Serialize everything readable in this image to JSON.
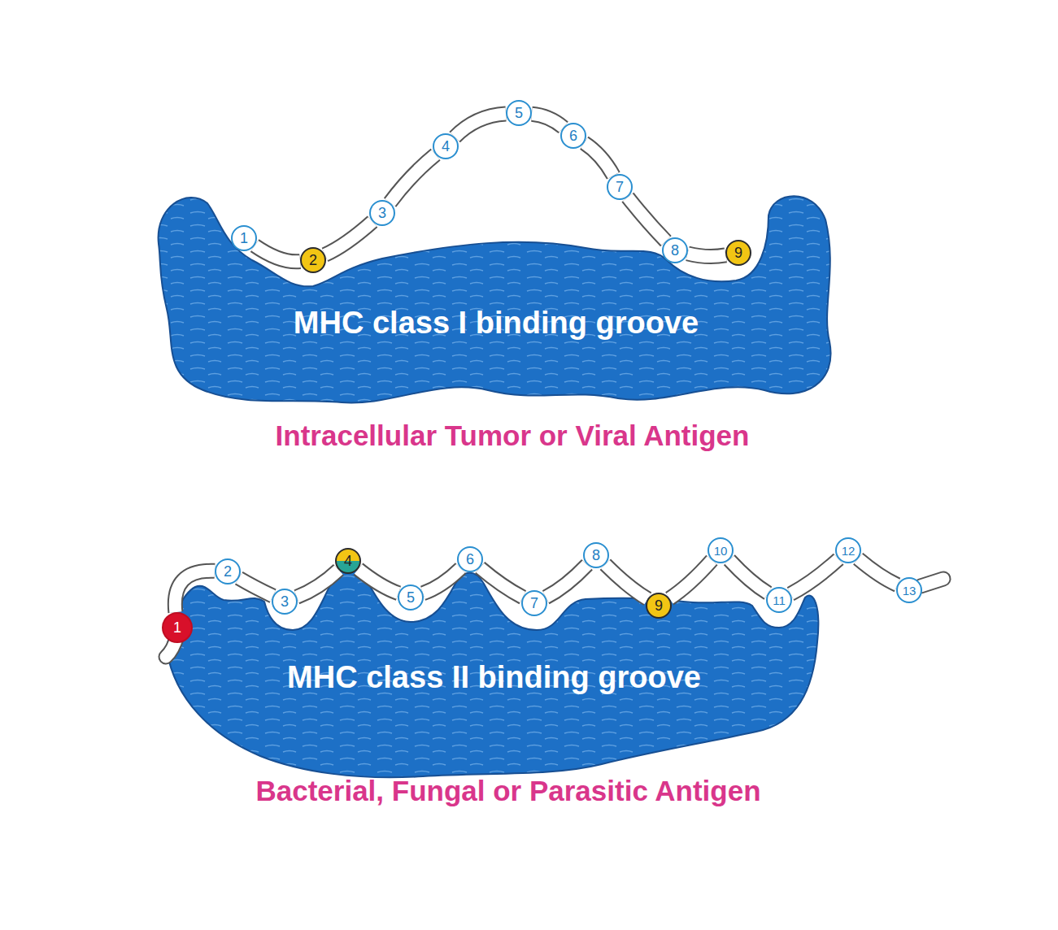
{
  "diagram": {
    "nodes": [
      {
        "text": [
          "MHC class I binding groove"
        ]
      },
      {
        "text": [
          "1"
        ]
      },
      {
        "text": [
          "2"
        ]
      },
      {
        "text": [
          "3"
        ]
      },
      {
        "text": [
          "4"
        ]
      },
      {
        "text": [
          "5"
        ]
      },
      {
        "text": [
          "6"
        ]
      },
      {
        "text": [
          "7"
        ]
      },
      {
        "text": [
          "8"
        ]
      },
      {
        "text": [
          "9"
        ]
      },
      {
        "text": [
          "MHC class II binding groove"
        ]
      },
      {
        "text": [
          "1"
        ]
      },
      {
        "text": [
          "2"
        ]
      },
      {
        "text": [
          "3"
        ]
      },
      {
        "text": [
          "4"
        ]
      },
      {
        "text": [
          "5"
        ]
      },
      {
        "text": [
          "6"
        ]
      },
      {
        "text": [
          "7"
        ]
      },
      {
        "text": [
          "8"
        ]
      },
      {
        "text": [
          "9"
        ]
      },
      {
        "text": [
          "10"
        ]
      },
      {
        "text": [
          "11"
        ]
      },
      {
        "text": [
          "12"
        ]
      },
      {
        "text": [
          "13"
        ]
      }
    ],
    "edges": [
      {
        "from": 1,
        "to": 2,
        "arrow": "none"
      },
      {
        "from": 2,
        "to": 3,
        "arrow": "none"
      },
      {
        "from": 3,
        "to": 4,
        "arrow": "none"
      },
      {
        "from": 4,
        "to": 5,
        "arrow": "none"
      },
      {
        "from": 5,
        "to": 6,
        "arrow": "none"
      },
      {
        "from": 6,
        "to": 7,
        "arrow": "none"
      },
      {
        "from": 7,
        "to": 8,
        "arrow": "none"
      },
      {
        "from": 8,
        "to": 9,
        "arrow": "none"
      },
      {
        "from": 11,
        "to": 12,
        "arrow": "none"
      },
      {
        "from": 12,
        "to": 13,
        "arrow": "none"
      },
      {
        "from": 13,
        "to": 14,
        "arrow": "none"
      },
      {
        "from": 14,
        "to": 15,
        "arrow": "none"
      },
      {
        "from": 15,
        "to": 16,
        "arrow": "none"
      },
      {
        "from": 16,
        "to": 17,
        "arrow": "none"
      },
      {
        "from": 17,
        "to": 18,
        "arrow": "none"
      },
      {
        "from": 18,
        "to": 19,
        "arrow": "none"
      },
      {
        "from": 19,
        "to": 20,
        "arrow": "none"
      },
      {
        "from": 20,
        "to": 21,
        "arrow": "none"
      },
      {
        "from": 21,
        "to": 22,
        "arrow": "none"
      },
      {
        "from": 22,
        "to": 23,
        "arrow": "none"
      }
    ],
    "labels": [
      "Intracellular Tumor or Viral Antigen",
      "Bacterial, Fungal or Parasitic Antigen"
    ]
  }
}
